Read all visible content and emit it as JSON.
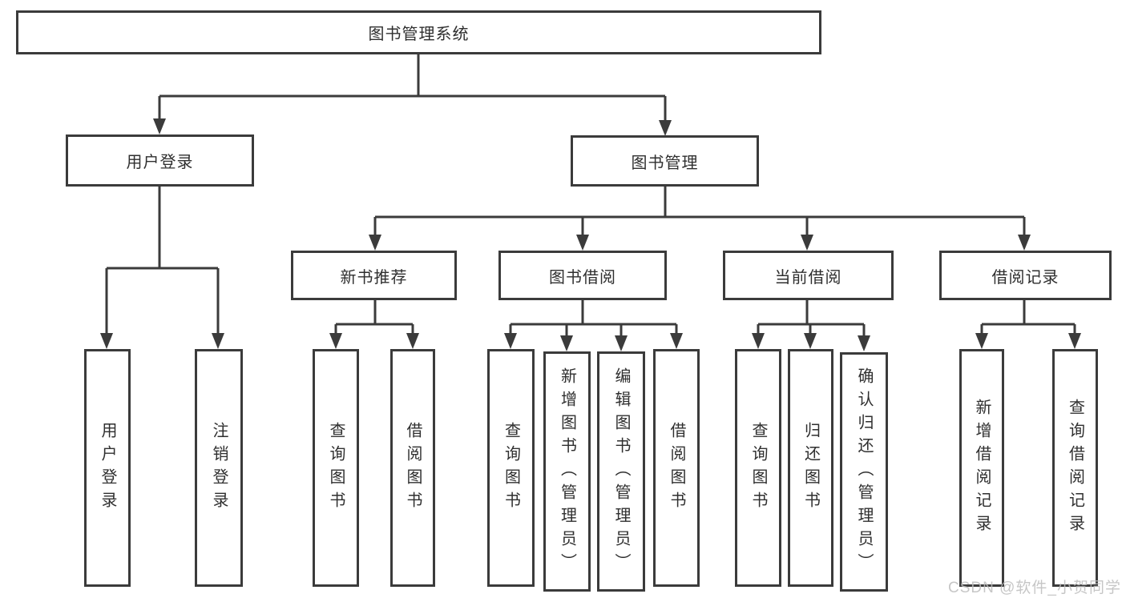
{
  "diagram": {
    "root": {
      "label": "图书管理系统"
    },
    "branches": [
      {
        "label": "用户登录",
        "children": [
          {
            "label": "用户登录"
          },
          {
            "label": "注销登录"
          }
        ]
      },
      {
        "label": "图书管理",
        "children": [
          {
            "label": "新书推荐",
            "children": [
              {
                "label": "查询图书"
              },
              {
                "label": "借阅图书"
              }
            ]
          },
          {
            "label": "图书借阅",
            "children": [
              {
                "label": "查询图书"
              },
              {
                "label": "新增图书（管理员）"
              },
              {
                "label": "编辑图书（管理员）"
              },
              {
                "label": "借阅图书"
              }
            ]
          },
          {
            "label": "当前借阅",
            "children": [
              {
                "label": "查询图书"
              },
              {
                "label": "归还图书"
              },
              {
                "label": "确认归还（管理员）"
              }
            ]
          },
          {
            "label": "借阅记录",
            "children": [
              {
                "label": "新增借阅记录"
              },
              {
                "label": "查询借阅记录"
              }
            ]
          }
        ]
      }
    ]
  },
  "watermark": {
    "text": "CSDN @软件_小贺同学"
  },
  "colors": {
    "line": "#3b3b3b",
    "box_border": "#3b3b3b",
    "text": "#2f2f2f",
    "watermark": "#bdbdbd",
    "background": "#ffffff"
  }
}
